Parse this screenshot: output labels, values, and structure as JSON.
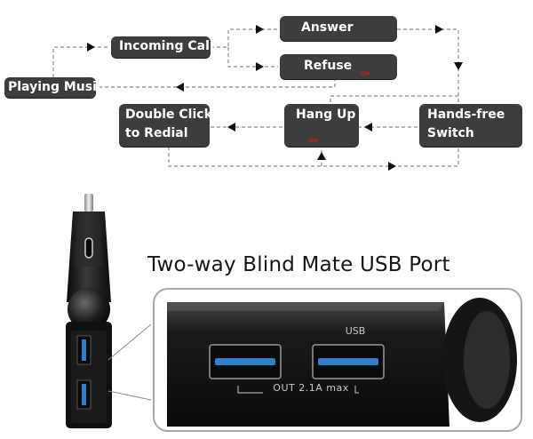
{
  "flowchart": {
    "nodes": {
      "answer": "Answer",
      "incoming_call": "Incoming Call",
      "refuse": "Refuse",
      "playing_music": "Playing Music",
      "hang_up": "Hang Up",
      "handsfree_line1": "Hands-free",
      "handsfree_line2": "Switch",
      "redial_line1": "Double Click",
      "redial_line2": "to Redial"
    },
    "icons": {
      "answer": "green-phone-icon",
      "refuse": "red-hangup-icon",
      "hang_up": "red-hangup-icon",
      "handsfree": "green-phone-icon",
      "redial": "green-phone-icon"
    },
    "icon_tag": "OH",
    "colors": {
      "box_fill": "#3d3d3d",
      "box_text": "#ffffff",
      "connector": "#8a8a8a",
      "accept_green": "#8cc63f",
      "reject_red": "#d21e1e"
    }
  },
  "product": {
    "heading": "Two-way Blind Mate USB Port",
    "port_label": "USB",
    "output_label": "OUT 2.1A max",
    "port_accent": "#2f7fd0"
  }
}
